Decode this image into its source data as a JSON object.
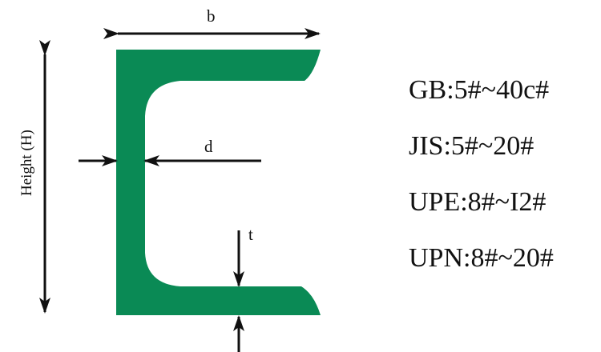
{
  "diagram": {
    "profile_color": "#0a8a55",
    "line_color": "#111111",
    "labels": {
      "width": "b",
      "height": "Height (H)",
      "web_thickness": "d",
      "flange_thickness": "t"
    }
  },
  "specs": [
    {
      "text": "GB:5#~40c#"
    },
    {
      "text": "JIS:5#~20#"
    },
    {
      "text": "UPE:8#~I2#"
    },
    {
      "text": "UPN:8#~20#"
    }
  ]
}
